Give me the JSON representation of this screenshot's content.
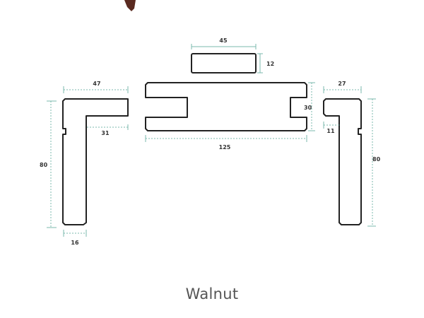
{
  "caption": "Walnut",
  "colors": {
    "outline": "#222222",
    "dimension_line": "#7bb8ae",
    "dimension_text": "#333333",
    "thumbnail": "#5a2a20"
  },
  "icons": {
    "thumbnail": "walnut-sample-thumbnail"
  },
  "dimensions": {
    "cap_width": "45",
    "cap_height": "12",
    "left_top_width": "47",
    "left_inner_width": "31",
    "left_height": "80",
    "left_bottom_width": "16",
    "center_height": "30",
    "center_width": "125",
    "right_top_width": "27",
    "right_inner_width": "11",
    "right_height": "80"
  }
}
